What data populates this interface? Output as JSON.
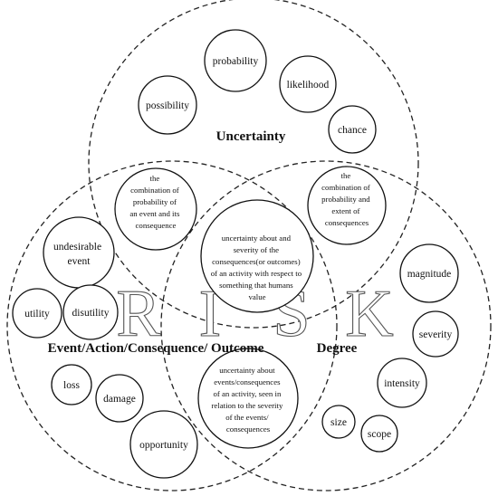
{
  "center_word": [
    "R",
    "I",
    "S",
    "K"
  ],
  "sets": {
    "uncertainty": "Uncertainty",
    "event": "Event/Action/Consequence/ Outcome",
    "degree": "Degree"
  },
  "uncertainty_terms": {
    "probability": "probability",
    "likelihood": "likelihood",
    "possibility": "possibility",
    "chance": "chance"
  },
  "event_terms": {
    "undesirable_event": [
      "undesirable",
      "event"
    ],
    "utility": "utility",
    "disutility": "disutility",
    "loss": "loss",
    "damage": "damage",
    "opportunity": "opportunity"
  },
  "degree_terms": {
    "magnitude": "magnitude",
    "severity": "severity",
    "intensity": "intensity",
    "size": "size",
    "scope": "scope"
  },
  "definitions": {
    "uncertainty_event": [
      "the",
      "combination of",
      "probability of",
      "an event and its",
      "consequence"
    ],
    "uncertainty_degree": [
      "the",
      "combination of",
      "probability and",
      "extent of",
      "consequences"
    ],
    "all_three": [
      "uncertainty about and",
      "severity of the",
      "consequences(or outcomes)",
      "of an activity with respect to",
      "something that humans",
      "value"
    ],
    "event_degree": [
      "uncertainty about",
      "events/consequences",
      "of an activity, seen in",
      "relation to the severity",
      "of the events/",
      "consequences"
    ]
  }
}
